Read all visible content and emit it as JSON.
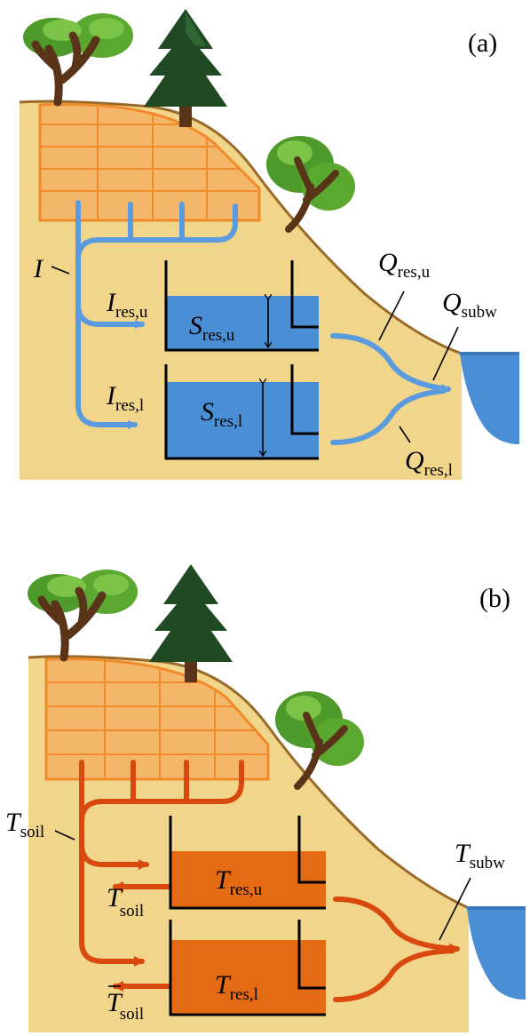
{
  "panels": {
    "a": {
      "tag": "(a)",
      "I_main": "I",
      "I_res_u": {
        "sym": "I",
        "sub": "res,u"
      },
      "I_res_l": {
        "sym": "I",
        "sub": "res,l"
      },
      "S_res_u": {
        "sym": "S",
        "sub": "res,u"
      },
      "S_res_l": {
        "sym": "S",
        "sub": "res,l"
      },
      "Q_res_u": {
        "sym": "Q",
        "sub": "res,u"
      },
      "Q_res_l": {
        "sym": "Q",
        "sub": "res,l"
      },
      "Q_subw": {
        "sym": "Q",
        "sub": "subw"
      }
    },
    "b": {
      "tag": "(b)",
      "T_soil_main": {
        "sym": "T",
        "sub": "soil"
      },
      "T_soil_u": {
        "sym": "T",
        "sub": "soil"
      },
      "T_soil_l": {
        "sym": "T",
        "sub": "soil",
        "bar": true
      },
      "T_res_u": {
        "sym": "T",
        "sub": "res,u"
      },
      "T_res_l": {
        "sym": "T",
        "sub": "res,l"
      },
      "T_subw": {
        "sym": "T",
        "sub": "subw"
      }
    }
  },
  "colors": {
    "ground": "#f1d58b",
    "ground_line": "#9a6a2a",
    "grid_orange": "#f08a2a",
    "grid_fill": "#f4b76a",
    "water_blue": "#4a8fd6",
    "flow_blue": "#5a9be0",
    "flow_red": "#d9480f",
    "res_red": "#e56a14",
    "tree_green": "#4e9a2a",
    "pine_green": "#1f4a24",
    "trunk": "#5a3418"
  }
}
